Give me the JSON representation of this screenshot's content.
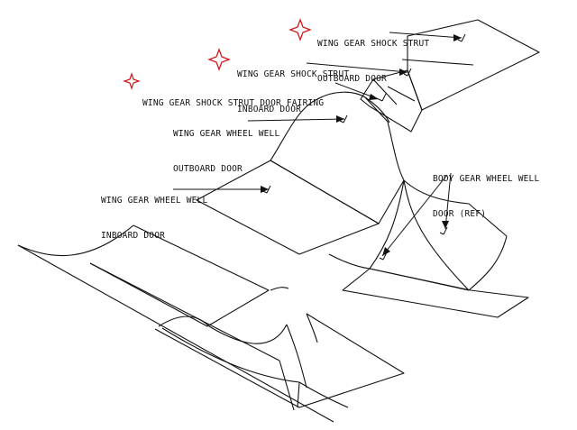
{
  "labels": {
    "shock_strut_outboard_door": {
      "line1": "WING GEAR SHOCK STRUT",
      "line2": "OUTBOARD DOOR"
    },
    "shock_strut_inboard_door": {
      "line1": "WING GEAR SHOCK STRUT",
      "line2": "INBOARD DOOR"
    },
    "shock_strut_door_fairing": {
      "line1": "WING GEAR SHOCK STRUT DOOR FAIRING"
    },
    "wheel_well_outboard_door": {
      "line1": "WING GEAR WHEEL WELL",
      "line2": "OUTBOARD DOOR"
    },
    "wheel_well_inboard_door": {
      "line1": "WING GEAR WHEEL WELL",
      "line2": "INBOARD DOOR"
    },
    "body_gear_wheel_well_door": {
      "line1": "BODY GEAR WHEEL WELL",
      "line2": "DOOR (REF)"
    }
  },
  "icons": {
    "marker": "red-star-marker-icon"
  },
  "colors": {
    "marker": "#d0181e",
    "line": "#111111"
  }
}
